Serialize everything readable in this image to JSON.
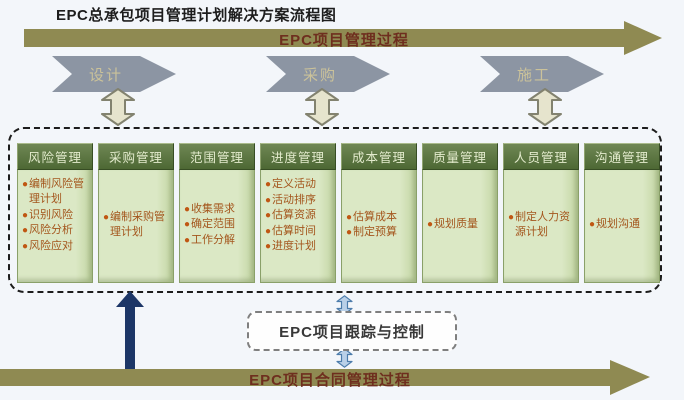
{
  "title": "EPC总承包项目管理计划解决方案流程图",
  "top_banner": {
    "label": "EPC项目管理过程"
  },
  "phase_arrows": [
    {
      "label": "设计"
    },
    {
      "label": "采购"
    },
    {
      "label": "施工"
    }
  ],
  "management_columns": [
    {
      "header": "风险管理",
      "items": [
        "编制风险管理计划",
        "识别风险",
        "风险分析",
        "风险应对"
      ]
    },
    {
      "header": "采购管理",
      "items": [
        "编制采购管理计划"
      ]
    },
    {
      "header": "范围管理",
      "items": [
        "收集需求",
        "确定范围",
        "工作分解"
      ]
    },
    {
      "header": "进度管理",
      "items": [
        "定义活动",
        "活动排序",
        "估算资源",
        "估算时间",
        "进度计划"
      ]
    },
    {
      "header": "成本管理",
      "items": [
        "估算成本",
        "制定预算"
      ]
    },
    {
      "header": "质量管理",
      "items": [
        "规划质量"
      ]
    },
    {
      "header": "人员管理",
      "items": [
        "制定人力资源计划"
      ]
    },
    {
      "header": "沟通管理",
      "items": [
        "规划沟通"
      ]
    }
  ],
  "tracking_box": {
    "label": "EPC项目跟踪与控制"
  },
  "bottom_banner": {
    "label": "EPC项目合同管理过程"
  },
  "icons": {
    "bullet_glyph": "●",
    "up-down-arrow": "3d beige vertical double arrow",
    "blue-up-down-arrow": "small blue vertical double arrow",
    "navy-up-arrow": "dark navy vertical arrow pointing up"
  },
  "colors": {
    "background": "#f3f6fa",
    "banner_olive": "#8f8a52",
    "banner_text_maroon": "#6e2e1e",
    "phase_arrow_gray": "#8c95a3",
    "phase_text_khaki": "#cbc29a",
    "column_header_green": "#5d7742",
    "column_body_green": "#dbe8c5",
    "bullet_orange": "#c05713",
    "item_text_brown": "#a4561d",
    "navy_arrow": "#1c3667",
    "blue_double_arrow": "#b9d0e8"
  }
}
